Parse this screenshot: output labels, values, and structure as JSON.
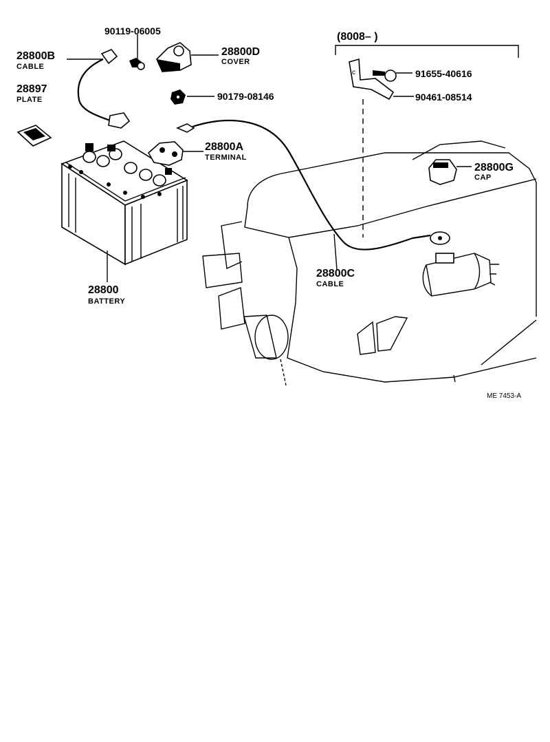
{
  "labels": {
    "cable_b_number": "28800B",
    "cable_b_name": "CABLE",
    "plate_number": "28897",
    "plate_name": "PLATE",
    "bolt_1": "90119-06005",
    "cover_number": "28800D",
    "cover_name": "COVER",
    "nut_1": "90179-08146",
    "terminal_number": "28800A",
    "terminal_name": "TERMINAL",
    "battery_number": "28800",
    "battery_name": "BATTERY",
    "cable_c_number": "28800C",
    "cable_c_name": "CABLE",
    "bracket_range": "(8008–        )",
    "bolt_2": "91655-40616",
    "clamp": "90461-08514",
    "cap_number": "28800G",
    "cap_name": "CAP",
    "figure_ref": "ME  7453-A"
  }
}
